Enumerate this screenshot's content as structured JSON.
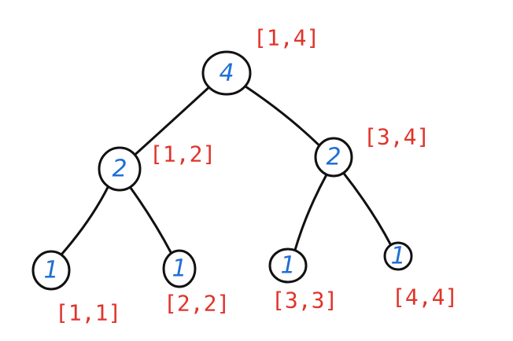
{
  "diagram": {
    "type": "segment-tree",
    "colors": {
      "stroke": "#111111",
      "node_value": "#1f6fd6",
      "range_label": "#e0342a"
    },
    "nodes": [
      {
        "id": "n1_4",
        "value": "4",
        "range": "[1,4]"
      },
      {
        "id": "n1_2",
        "value": "2",
        "range": "[1,2]"
      },
      {
        "id": "n3_4",
        "value": "2",
        "range": "[3,4]"
      },
      {
        "id": "n1_1",
        "value": "1",
        "range": "[1,1]"
      },
      {
        "id": "n2_2",
        "value": "1",
        "range": "[2,2]"
      },
      {
        "id": "n3_3",
        "value": "1",
        "range": "[3,3]"
      },
      {
        "id": "n4_4",
        "value": "1",
        "range": "[4,4]"
      }
    ],
    "edges": [
      {
        "from": "n1_4",
        "to": "n1_2"
      },
      {
        "from": "n1_4",
        "to": "n3_4"
      },
      {
        "from": "n1_2",
        "to": "n1_1"
      },
      {
        "from": "n1_2",
        "to": "n2_2"
      },
      {
        "from": "n3_4",
        "to": "n3_3"
      },
      {
        "from": "n3_4",
        "to": "n4_4"
      }
    ]
  }
}
